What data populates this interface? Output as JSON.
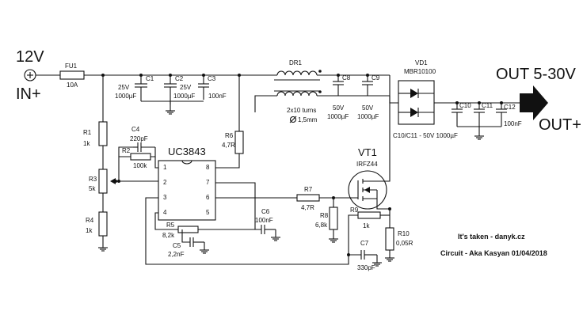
{
  "input": {
    "voltage": "12V",
    "name": "IN+"
  },
  "output": {
    "range": "OUT 5-30V",
    "name": "OUT+"
  },
  "fuse": {
    "ref": "FU1",
    "value": "10A"
  },
  "c1": {
    "ref": "C1",
    "voltage": "25V",
    "value": "1000µF"
  },
  "c2": {
    "ref": "C2",
    "voltage": "25V",
    "value": "1000µF"
  },
  "c3": {
    "ref": "C3",
    "value": "100nF"
  },
  "dr1": {
    "ref": "DR1",
    "turns": "2x10 turns",
    "wire": "1,5mm"
  },
  "c8": {
    "ref": "C8",
    "voltage": "50V",
    "value": "1000µF"
  },
  "c9": {
    "ref": "C9",
    "voltage": "50V",
    "value": "1000µF"
  },
  "vd1": {
    "ref": "VD1",
    "part": "MBR10100"
  },
  "c10": {
    "ref": "C10"
  },
  "c11": {
    "ref": "C11"
  },
  "c12": {
    "ref": "C12",
    "value": "100nF"
  },
  "c10_c11_note": "C10/C11 - 50V 1000µF",
  "r1": {
    "ref": "R1",
    "value": "1k"
  },
  "r2": {
    "ref": "R2",
    "value": "100k"
  },
  "r3": {
    "ref": "R3",
    "value": "5k"
  },
  "r4": {
    "ref": "R4",
    "value": "1k"
  },
  "r5": {
    "ref": "R5",
    "value": "8,2k"
  },
  "r6": {
    "ref": "R6",
    "value": "4,7R"
  },
  "r7": {
    "ref": "R7",
    "value": "4,7R"
  },
  "r8": {
    "ref": "R8",
    "value": "6,8k"
  },
  "r9": {
    "ref": "R9",
    "value": "1k"
  },
  "r10": {
    "ref": "R10",
    "value": "0,05R"
  },
  "c4": {
    "ref": "C4",
    "value": "220pF"
  },
  "c5": {
    "ref": "C5",
    "value": "2,2nF"
  },
  "c6": {
    "ref": "C6",
    "value": "100nF"
  },
  "c7": {
    "ref": "C7",
    "value": "330pF"
  },
  "ic": {
    "name": "UC3843",
    "pins": [
      "1",
      "2",
      "3",
      "4",
      "5",
      "6",
      "7",
      "8"
    ]
  },
  "vt1": {
    "ref": "VT1",
    "part": "IRFZ44"
  },
  "credit1": "It's taken - danyk.cz",
  "credit2": "Circuit - Aka Kasyan 01/04/2018"
}
